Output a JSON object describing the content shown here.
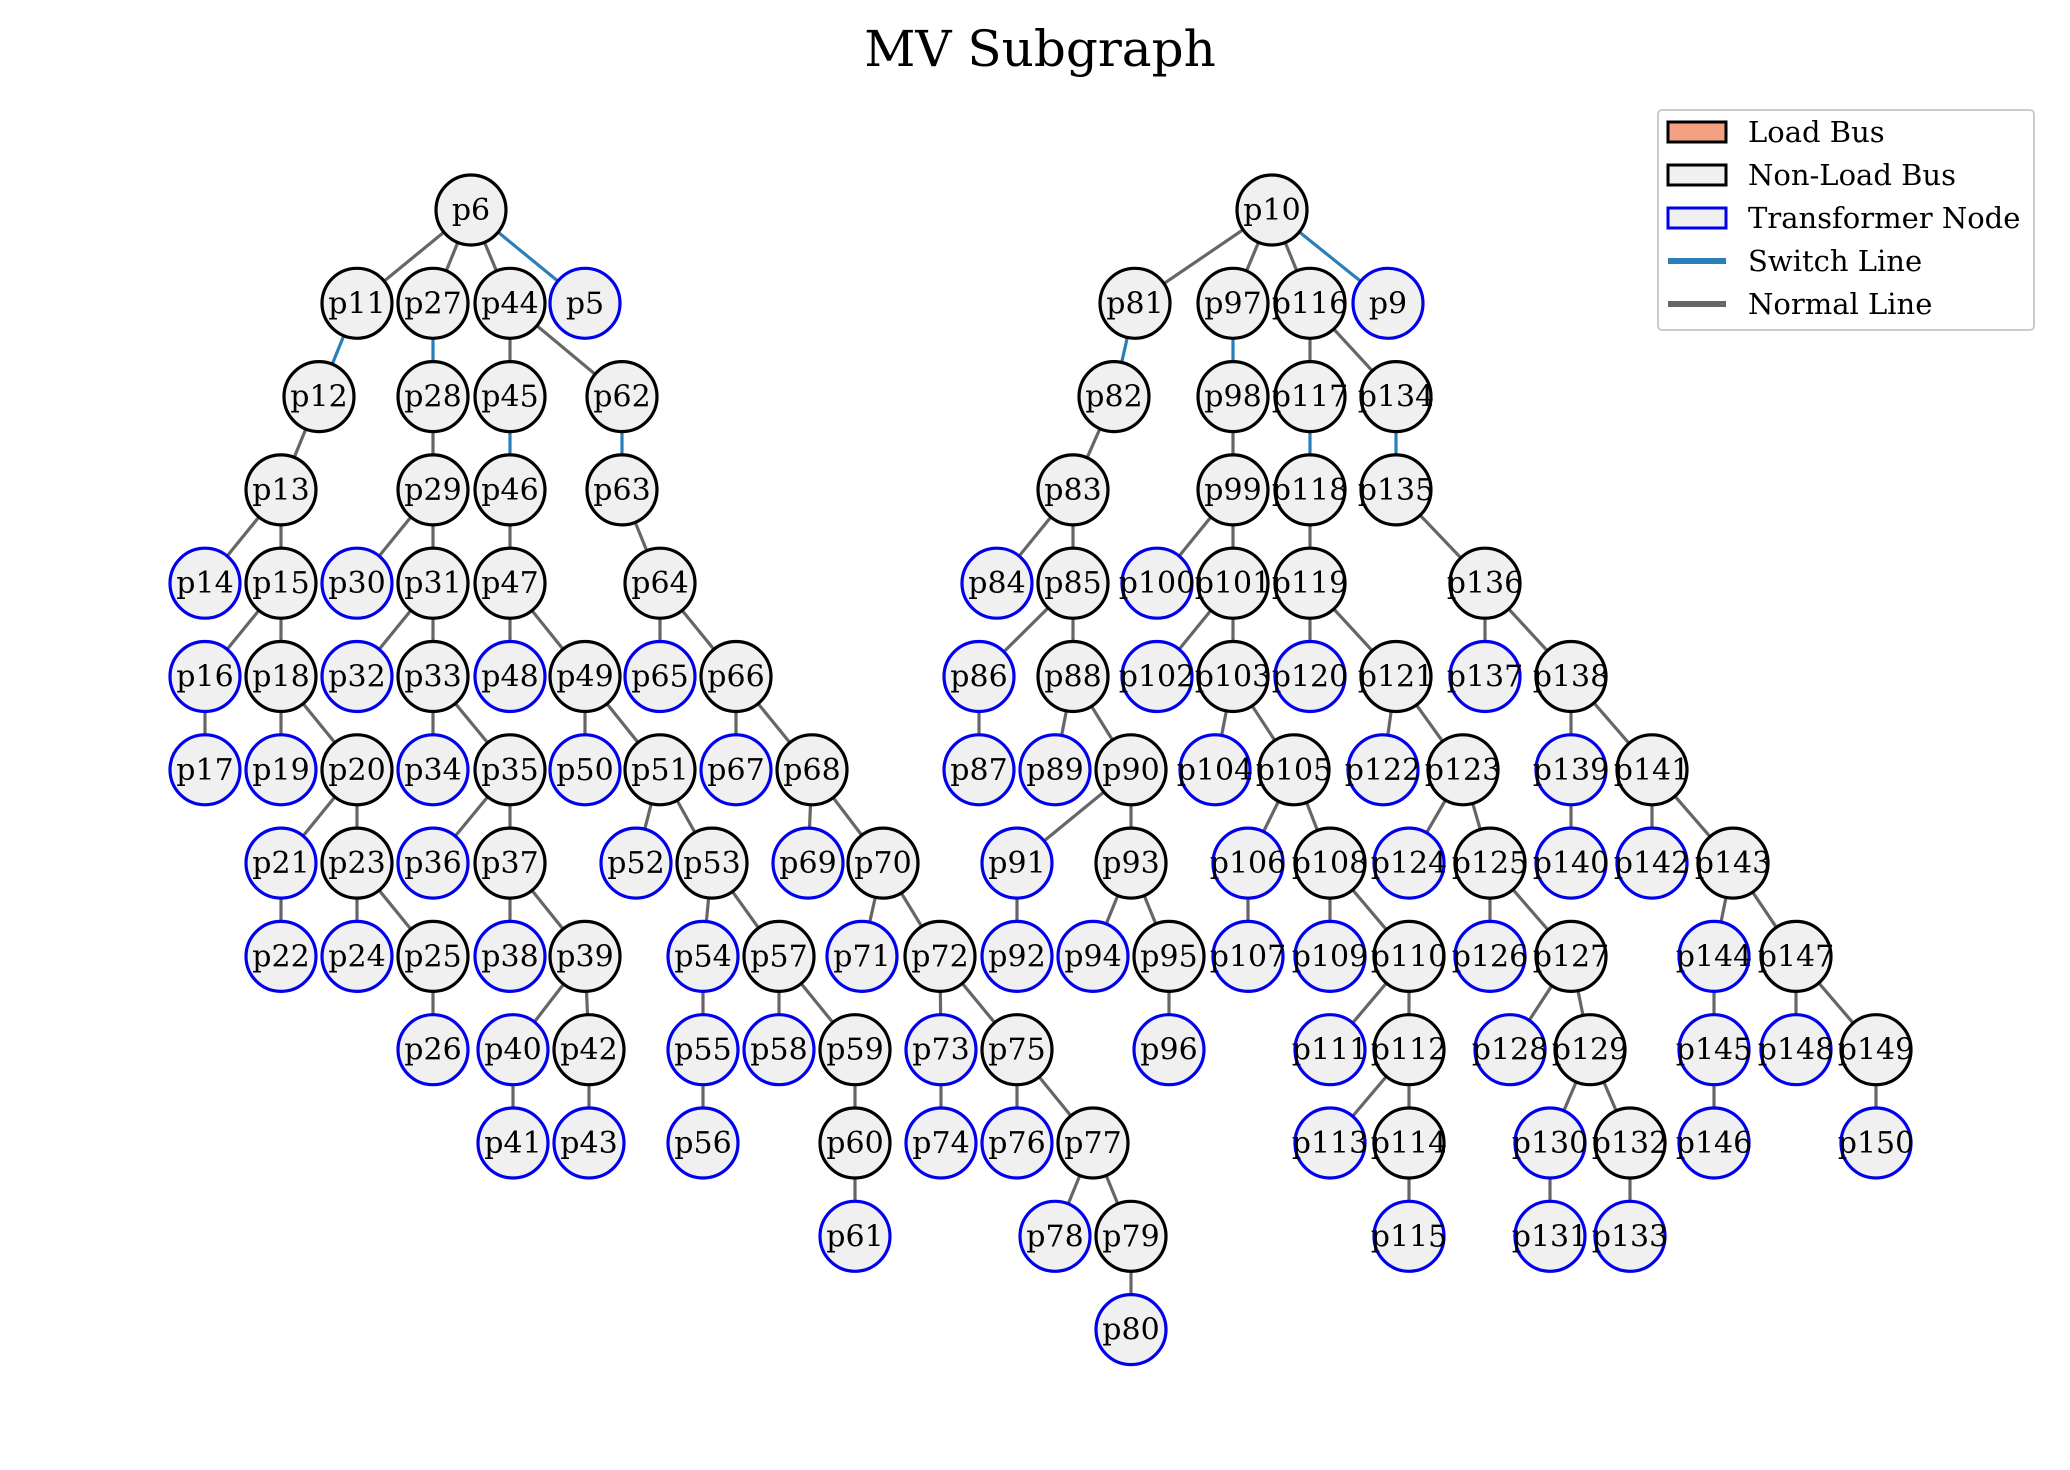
{
  "title": "MV Subgraph",
  "colors": {
    "node_fill": "#f0f0f0",
    "load_fill": "#f4a082",
    "non_load_border": "#000000",
    "transformer_border": "#0000ee",
    "switch_line": "#2a7fb8",
    "normal_line": "#666666"
  },
  "legend": {
    "placement": "top-right",
    "items": [
      {
        "label": "Load Bus",
        "kind": "load"
      },
      {
        "label": "Non-Load Bus",
        "kind": "nonload"
      },
      {
        "label": "Transformer Node",
        "kind": "transformer"
      },
      {
        "label": "Switch Line",
        "kind": "switch"
      },
      {
        "label": "Normal Line",
        "kind": "normal"
      }
    ]
  },
  "nodes": [
    {
      "id": "p6",
      "type": "nonload"
    },
    {
      "id": "p11",
      "type": "nonload"
    },
    {
      "id": "p27",
      "type": "nonload"
    },
    {
      "id": "p44",
      "type": "nonload"
    },
    {
      "id": "p5",
      "type": "transformer"
    },
    {
      "id": "p12",
      "type": "nonload"
    },
    {
      "id": "p28",
      "type": "nonload"
    },
    {
      "id": "p45",
      "type": "nonload"
    },
    {
      "id": "p62",
      "type": "nonload"
    },
    {
      "id": "p13",
      "type": "nonload"
    },
    {
      "id": "p29",
      "type": "nonload"
    },
    {
      "id": "p46",
      "type": "nonload"
    },
    {
      "id": "p63",
      "type": "nonload"
    },
    {
      "id": "p14",
      "type": "transformer"
    },
    {
      "id": "p15",
      "type": "nonload"
    },
    {
      "id": "p30",
      "type": "transformer"
    },
    {
      "id": "p31",
      "type": "nonload"
    },
    {
      "id": "p47",
      "type": "nonload"
    },
    {
      "id": "p64",
      "type": "nonload"
    },
    {
      "id": "p16",
      "type": "transformer"
    },
    {
      "id": "p18",
      "type": "nonload"
    },
    {
      "id": "p32",
      "type": "transformer"
    },
    {
      "id": "p33",
      "type": "nonload"
    },
    {
      "id": "p48",
      "type": "transformer"
    },
    {
      "id": "p49",
      "type": "nonload"
    },
    {
      "id": "p65",
      "type": "transformer"
    },
    {
      "id": "p66",
      "type": "nonload"
    },
    {
      "id": "p17",
      "type": "transformer"
    },
    {
      "id": "p19",
      "type": "transformer"
    },
    {
      "id": "p20",
      "type": "nonload"
    },
    {
      "id": "p34",
      "type": "transformer"
    },
    {
      "id": "p35",
      "type": "nonload"
    },
    {
      "id": "p50",
      "type": "transformer"
    },
    {
      "id": "p51",
      "type": "nonload"
    },
    {
      "id": "p67",
      "type": "transformer"
    },
    {
      "id": "p68",
      "type": "nonload"
    },
    {
      "id": "p21",
      "type": "transformer"
    },
    {
      "id": "p23",
      "type": "nonload"
    },
    {
      "id": "p36",
      "type": "transformer"
    },
    {
      "id": "p37",
      "type": "nonload"
    },
    {
      "id": "p52",
      "type": "transformer"
    },
    {
      "id": "p53",
      "type": "nonload"
    },
    {
      "id": "p69",
      "type": "transformer"
    },
    {
      "id": "p70",
      "type": "nonload"
    },
    {
      "id": "p22",
      "type": "transformer"
    },
    {
      "id": "p24",
      "type": "transformer"
    },
    {
      "id": "p25",
      "type": "nonload"
    },
    {
      "id": "p38",
      "type": "transformer"
    },
    {
      "id": "p39",
      "type": "nonload"
    },
    {
      "id": "p54",
      "type": "transformer"
    },
    {
      "id": "p57",
      "type": "nonload"
    },
    {
      "id": "p71",
      "type": "transformer"
    },
    {
      "id": "p72",
      "type": "nonload"
    },
    {
      "id": "p26",
      "type": "transformer"
    },
    {
      "id": "p40",
      "type": "transformer"
    },
    {
      "id": "p42",
      "type": "nonload"
    },
    {
      "id": "p55",
      "type": "transformer"
    },
    {
      "id": "p58",
      "type": "transformer"
    },
    {
      "id": "p59",
      "type": "nonload"
    },
    {
      "id": "p73",
      "type": "transformer"
    },
    {
      "id": "p75",
      "type": "nonload"
    },
    {
      "id": "p41",
      "type": "transformer"
    },
    {
      "id": "p43",
      "type": "transformer"
    },
    {
      "id": "p56",
      "type": "transformer"
    },
    {
      "id": "p60",
      "type": "nonload"
    },
    {
      "id": "p74",
      "type": "transformer"
    },
    {
      "id": "p76",
      "type": "transformer"
    },
    {
      "id": "p77",
      "type": "nonload"
    },
    {
      "id": "p61",
      "type": "transformer"
    },
    {
      "id": "p78",
      "type": "transformer"
    },
    {
      "id": "p79",
      "type": "nonload"
    },
    {
      "id": "p80",
      "type": "transformer"
    },
    {
      "id": "p10",
      "type": "nonload"
    },
    {
      "id": "p81",
      "type": "nonload"
    },
    {
      "id": "p97",
      "type": "nonload"
    },
    {
      "id": "p116",
      "type": "nonload"
    },
    {
      "id": "p9",
      "type": "transformer"
    },
    {
      "id": "p82",
      "type": "nonload"
    },
    {
      "id": "p98",
      "type": "nonload"
    },
    {
      "id": "p117",
      "type": "nonload"
    },
    {
      "id": "p134",
      "type": "nonload"
    },
    {
      "id": "p83",
      "type": "nonload"
    },
    {
      "id": "p99",
      "type": "nonload"
    },
    {
      "id": "p118",
      "type": "nonload"
    },
    {
      "id": "p135",
      "type": "nonload"
    },
    {
      "id": "p84",
      "type": "transformer"
    },
    {
      "id": "p85",
      "type": "nonload"
    },
    {
      "id": "p100",
      "type": "transformer"
    },
    {
      "id": "p101",
      "type": "nonload"
    },
    {
      "id": "p119",
      "type": "nonload"
    },
    {
      "id": "p136",
      "type": "nonload"
    },
    {
      "id": "p86",
      "type": "transformer"
    },
    {
      "id": "p88",
      "type": "nonload"
    },
    {
      "id": "p102",
      "type": "transformer"
    },
    {
      "id": "p103",
      "type": "nonload"
    },
    {
      "id": "p120",
      "type": "transformer"
    },
    {
      "id": "p121",
      "type": "nonload"
    },
    {
      "id": "p137",
      "type": "transformer"
    },
    {
      "id": "p138",
      "type": "nonload"
    },
    {
      "id": "p87",
      "type": "transformer"
    },
    {
      "id": "p89",
      "type": "transformer"
    },
    {
      "id": "p90",
      "type": "nonload"
    },
    {
      "id": "p104",
      "type": "transformer"
    },
    {
      "id": "p105",
      "type": "nonload"
    },
    {
      "id": "p122",
      "type": "transformer"
    },
    {
      "id": "p123",
      "type": "nonload"
    },
    {
      "id": "p139",
      "type": "transformer"
    },
    {
      "id": "p141",
      "type": "nonload"
    },
    {
      "id": "p91",
      "type": "transformer"
    },
    {
      "id": "p93",
      "type": "nonload"
    },
    {
      "id": "p106",
      "type": "transformer"
    },
    {
      "id": "p108",
      "type": "nonload"
    },
    {
      "id": "p124",
      "type": "transformer"
    },
    {
      "id": "p125",
      "type": "nonload"
    },
    {
      "id": "p140",
      "type": "transformer"
    },
    {
      "id": "p142",
      "type": "transformer"
    },
    {
      "id": "p143",
      "type": "nonload"
    },
    {
      "id": "p92",
      "type": "transformer"
    },
    {
      "id": "p94",
      "type": "transformer"
    },
    {
      "id": "p95",
      "type": "nonload"
    },
    {
      "id": "p107",
      "type": "transformer"
    },
    {
      "id": "p109",
      "type": "transformer"
    },
    {
      "id": "p110",
      "type": "nonload"
    },
    {
      "id": "p126",
      "type": "transformer"
    },
    {
      "id": "p127",
      "type": "nonload"
    },
    {
      "id": "p144",
      "type": "transformer"
    },
    {
      "id": "p147",
      "type": "nonload"
    },
    {
      "id": "p96",
      "type": "transformer"
    },
    {
      "id": "p111",
      "type": "transformer"
    },
    {
      "id": "p112",
      "type": "nonload"
    },
    {
      "id": "p128",
      "type": "transformer"
    },
    {
      "id": "p129",
      "type": "nonload"
    },
    {
      "id": "p145",
      "type": "transformer"
    },
    {
      "id": "p148",
      "type": "transformer"
    },
    {
      "id": "p149",
      "type": "nonload"
    },
    {
      "id": "p113",
      "type": "transformer"
    },
    {
      "id": "p114",
      "type": "nonload"
    },
    {
      "id": "p130",
      "type": "transformer"
    },
    {
      "id": "p132",
      "type": "nonload"
    },
    {
      "id": "p146",
      "type": "transformer"
    },
    {
      "id": "p150",
      "type": "transformer"
    },
    {
      "id": "p115",
      "type": "transformer"
    },
    {
      "id": "p131",
      "type": "transformer"
    },
    {
      "id": "p133",
      "type": "transformer"
    }
  ],
  "edges": [
    [
      "p6",
      "p11",
      "normal"
    ],
    [
      "p6",
      "p27",
      "normal"
    ],
    [
      "p6",
      "p44",
      "normal"
    ],
    [
      "p6",
      "p5",
      "switch"
    ],
    [
      "p11",
      "p12",
      "switch"
    ],
    [
      "p12",
      "p13",
      "normal"
    ],
    [
      "p13",
      "p14",
      "normal"
    ],
    [
      "p13",
      "p15",
      "normal"
    ],
    [
      "p15",
      "p16",
      "normal"
    ],
    [
      "p15",
      "p18",
      "normal"
    ],
    [
      "p16",
      "p17",
      "normal"
    ],
    [
      "p18",
      "p19",
      "normal"
    ],
    [
      "p18",
      "p20",
      "normal"
    ],
    [
      "p20",
      "p21",
      "normal"
    ],
    [
      "p20",
      "p23",
      "normal"
    ],
    [
      "p21",
      "p22",
      "normal"
    ],
    [
      "p23",
      "p24",
      "normal"
    ],
    [
      "p23",
      "p25",
      "normal"
    ],
    [
      "p25",
      "p26",
      "normal"
    ],
    [
      "p27",
      "p28",
      "switch"
    ],
    [
      "p28",
      "p29",
      "normal"
    ],
    [
      "p29",
      "p30",
      "normal"
    ],
    [
      "p29",
      "p31",
      "normal"
    ],
    [
      "p31",
      "p32",
      "normal"
    ],
    [
      "p31",
      "p33",
      "normal"
    ],
    [
      "p33",
      "p34",
      "normal"
    ],
    [
      "p33",
      "p35",
      "normal"
    ],
    [
      "p35",
      "p36",
      "normal"
    ],
    [
      "p35",
      "p37",
      "normal"
    ],
    [
      "p37",
      "p38",
      "normal"
    ],
    [
      "p37",
      "p39",
      "normal"
    ],
    [
      "p39",
      "p40",
      "normal"
    ],
    [
      "p39",
      "p42",
      "normal"
    ],
    [
      "p40",
      "p41",
      "normal"
    ],
    [
      "p42",
      "p43",
      "normal"
    ],
    [
      "p44",
      "p45",
      "normal"
    ],
    [
      "p44",
      "p62",
      "normal"
    ],
    [
      "p45",
      "p46",
      "switch"
    ],
    [
      "p46",
      "p47",
      "normal"
    ],
    [
      "p47",
      "p48",
      "normal"
    ],
    [
      "p47",
      "p49",
      "normal"
    ],
    [
      "p49",
      "p50",
      "normal"
    ],
    [
      "p49",
      "p51",
      "normal"
    ],
    [
      "p51",
      "p52",
      "normal"
    ],
    [
      "p51",
      "p53",
      "normal"
    ],
    [
      "p53",
      "p54",
      "normal"
    ],
    [
      "p53",
      "p57",
      "normal"
    ],
    [
      "p54",
      "p55",
      "normal"
    ],
    [
      "p55",
      "p56",
      "normal"
    ],
    [
      "p57",
      "p58",
      "normal"
    ],
    [
      "p57",
      "p59",
      "normal"
    ],
    [
      "p59",
      "p60",
      "normal"
    ],
    [
      "p60",
      "p61",
      "normal"
    ],
    [
      "p62",
      "p63",
      "switch"
    ],
    [
      "p63",
      "p64",
      "normal"
    ],
    [
      "p64",
      "p65",
      "normal"
    ],
    [
      "p64",
      "p66",
      "normal"
    ],
    [
      "p66",
      "p67",
      "normal"
    ],
    [
      "p66",
      "p68",
      "normal"
    ],
    [
      "p68",
      "p69",
      "normal"
    ],
    [
      "p68",
      "p70",
      "normal"
    ],
    [
      "p70",
      "p71",
      "normal"
    ],
    [
      "p70",
      "p72",
      "normal"
    ],
    [
      "p72",
      "p73",
      "normal"
    ],
    [
      "p72",
      "p75",
      "normal"
    ],
    [
      "p73",
      "p74",
      "normal"
    ],
    [
      "p75",
      "p76",
      "normal"
    ],
    [
      "p75",
      "p77",
      "normal"
    ],
    [
      "p77",
      "p78",
      "normal"
    ],
    [
      "p77",
      "p79",
      "normal"
    ],
    [
      "p79",
      "p80",
      "normal"
    ],
    [
      "p10",
      "p81",
      "normal"
    ],
    [
      "p10",
      "p97",
      "normal"
    ],
    [
      "p10",
      "p116",
      "normal"
    ],
    [
      "p10",
      "p9",
      "switch"
    ],
    [
      "p81",
      "p82",
      "switch"
    ],
    [
      "p82",
      "p83",
      "normal"
    ],
    [
      "p83",
      "p84",
      "normal"
    ],
    [
      "p83",
      "p85",
      "normal"
    ],
    [
      "p85",
      "p86",
      "normal"
    ],
    [
      "p85",
      "p88",
      "normal"
    ],
    [
      "p86",
      "p87",
      "normal"
    ],
    [
      "p88",
      "p89",
      "normal"
    ],
    [
      "p88",
      "p90",
      "normal"
    ],
    [
      "p90",
      "p91",
      "normal"
    ],
    [
      "p90",
      "p93",
      "normal"
    ],
    [
      "p91",
      "p92",
      "normal"
    ],
    [
      "p93",
      "p94",
      "normal"
    ],
    [
      "p93",
      "p95",
      "normal"
    ],
    [
      "p95",
      "p96",
      "normal"
    ],
    [
      "p97",
      "p98",
      "switch"
    ],
    [
      "p98",
      "p99",
      "normal"
    ],
    [
      "p99",
      "p100",
      "normal"
    ],
    [
      "p99",
      "p101",
      "normal"
    ],
    [
      "p101",
      "p102",
      "normal"
    ],
    [
      "p101",
      "p103",
      "normal"
    ],
    [
      "p103",
      "p104",
      "normal"
    ],
    [
      "p103",
      "p105",
      "normal"
    ],
    [
      "p105",
      "p106",
      "normal"
    ],
    [
      "p105",
      "p108",
      "normal"
    ],
    [
      "p106",
      "p107",
      "normal"
    ],
    [
      "p108",
      "p109",
      "normal"
    ],
    [
      "p108",
      "p110",
      "normal"
    ],
    [
      "p110",
      "p111",
      "normal"
    ],
    [
      "p110",
      "p112",
      "normal"
    ],
    [
      "p112",
      "p113",
      "normal"
    ],
    [
      "p112",
      "p114",
      "normal"
    ],
    [
      "p114",
      "p115",
      "normal"
    ],
    [
      "p116",
      "p117",
      "normal"
    ],
    [
      "p116",
      "p134",
      "normal"
    ],
    [
      "p117",
      "p118",
      "switch"
    ],
    [
      "p118",
      "p119",
      "normal"
    ],
    [
      "p119",
      "p120",
      "normal"
    ],
    [
      "p119",
      "p121",
      "normal"
    ],
    [
      "p121",
      "p122",
      "normal"
    ],
    [
      "p121",
      "p123",
      "normal"
    ],
    [
      "p123",
      "p124",
      "normal"
    ],
    [
      "p123",
      "p125",
      "normal"
    ],
    [
      "p125",
      "p126",
      "normal"
    ],
    [
      "p125",
      "p127",
      "normal"
    ],
    [
      "p127",
      "p128",
      "normal"
    ],
    [
      "p127",
      "p129",
      "normal"
    ],
    [
      "p129",
      "p130",
      "normal"
    ],
    [
      "p129",
      "p132",
      "normal"
    ],
    [
      "p130",
      "p131",
      "normal"
    ],
    [
      "p132",
      "p133",
      "normal"
    ],
    [
      "p134",
      "p135",
      "switch"
    ],
    [
      "p135",
      "p136",
      "normal"
    ],
    [
      "p136",
      "p137",
      "normal"
    ],
    [
      "p136",
      "p138",
      "normal"
    ],
    [
      "p138",
      "p139",
      "normal"
    ],
    [
      "p138",
      "p141",
      "normal"
    ],
    [
      "p139",
      "p140",
      "normal"
    ],
    [
      "p141",
      "p142",
      "normal"
    ],
    [
      "p141",
      "p143",
      "normal"
    ],
    [
      "p143",
      "p144",
      "normal"
    ],
    [
      "p143",
      "p147",
      "normal"
    ],
    [
      "p144",
      "p145",
      "normal"
    ],
    [
      "p145",
      "p146",
      "normal"
    ],
    [
      "p147",
      "p148",
      "normal"
    ],
    [
      "p147",
      "p149",
      "normal"
    ],
    [
      "p149",
      "p150",
      "normal"
    ]
  ]
}
